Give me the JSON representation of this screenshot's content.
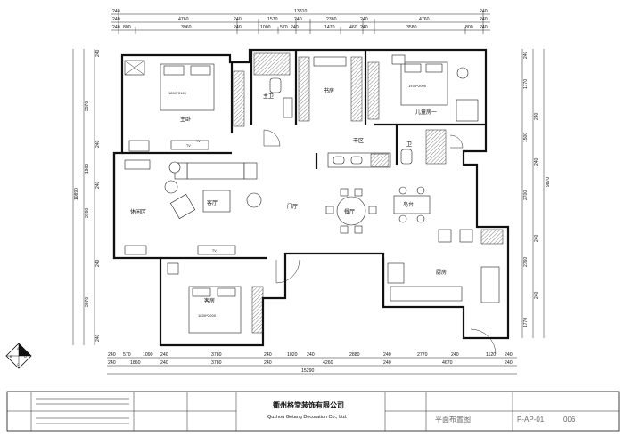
{
  "dims_top_row1": [
    "240",
    "13810",
    "240"
  ],
  "dims_top_row2": [
    "240",
    "4760",
    "240",
    "1570",
    "240",
    "2380",
    "240",
    "4760",
    "240"
  ],
  "dims_top_row3": [
    "240",
    "800",
    "3960",
    "240",
    "1000",
    "570",
    "240",
    "1470",
    "460",
    "240",
    "3580",
    "800",
    "240"
  ],
  "dims_bottom_row1": [
    "240",
    "570",
    "1090",
    "240",
    "3780",
    "240",
    "1020",
    "240",
    "2880",
    "240",
    "2770",
    "240",
    "1120",
    "240"
  ],
  "dims_bottom_row2": [
    "240",
    "1860",
    "240",
    "3780",
    "240",
    "4260",
    "240",
    "4670",
    "240"
  ],
  "dims_bottom_total": "15290",
  "dims_left": [
    "240",
    "3570",
    "240",
    "1960",
    "240",
    "3780",
    "240",
    "3070",
    "240"
  ],
  "dims_left_total": "10890",
  "dims_right": [
    "240",
    "1770",
    "240",
    "1500",
    "240",
    "2700",
    "240",
    "2760",
    "240",
    "1770"
  ],
  "dims_right_total": "9870",
  "rooms": {
    "master_bedroom": "主卧",
    "master_bath": "主卫",
    "study": "书房",
    "kids_room": "儿童房一",
    "dry_area": "干区",
    "public_bath": "卫",
    "leisure": "休闲区",
    "living": "客厅",
    "foyer": "门厅",
    "dining": "餐厅",
    "island": "岛台",
    "guest_room": "客房",
    "kitchen": "厨房"
  },
  "furniture": {
    "bed_master": "1800*2100",
    "bed_kids": "1500*2000",
    "bed_guest": "1800*2000",
    "tv_a": "TV",
    "tv_b": "TV",
    "tv_c": "TV"
  },
  "title_block": {
    "company_cn": "衢州格堂装饰有限公司",
    "company_en": "Quzhou Getang Decoration Co., Ltd.",
    "drawing_title": "平面布置图",
    "drawing_no": "P-AP-01",
    "sheet_no": "006"
  },
  "compass_letters": [
    "A",
    "B",
    "C",
    "D"
  ]
}
